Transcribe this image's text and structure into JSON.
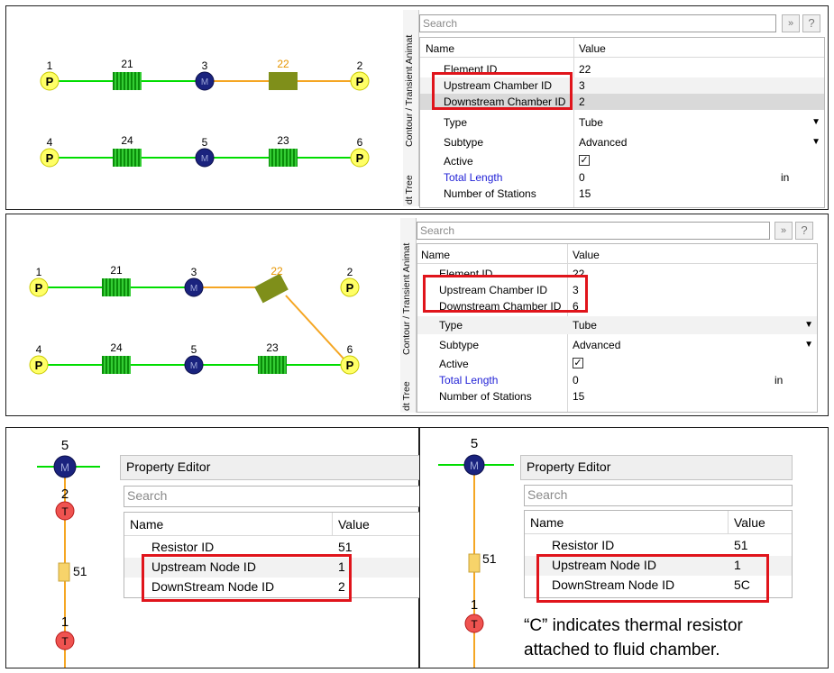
{
  "panel1": {
    "nodes": [
      {
        "id": "1",
        "type": "P"
      },
      {
        "id": "3",
        "type": "M"
      },
      {
        "id": "2",
        "type": "P"
      },
      {
        "id": "4",
        "type": "P"
      },
      {
        "id": "5",
        "type": "M"
      },
      {
        "id": "6",
        "type": "P"
      }
    ],
    "elements": [
      "21",
      "22",
      "24",
      "23"
    ],
    "editor": {
      "search_placeholder": "Search",
      "tabs": [
        "Contour / Transient Animat",
        "dt Tree"
      ],
      "col_name": "Name",
      "col_value": "Value",
      "rows": [
        {
          "name": "Element ID",
          "value": "22"
        },
        {
          "name": "Upstream Chamber ID",
          "value": "3"
        },
        {
          "name": "Downstream Chamber ID",
          "value": "2"
        },
        {
          "name": "Type",
          "value": "Tube"
        },
        {
          "name": "Subtype",
          "value": "Advanced"
        },
        {
          "name": "Active",
          "value": "✓"
        },
        {
          "name": "Total Length",
          "value": "0",
          "unit": "in"
        },
        {
          "name": "Number of Stations",
          "value": "15"
        }
      ]
    }
  },
  "panel2": {
    "nodes": [
      {
        "id": "1",
        "type": "P"
      },
      {
        "id": "3",
        "type": "M"
      },
      {
        "id": "2",
        "type": "P"
      },
      {
        "id": "4",
        "type": "P"
      },
      {
        "id": "5",
        "type": "M"
      },
      {
        "id": "6",
        "type": "P"
      }
    ],
    "elements": [
      "21",
      "22",
      "24",
      "23"
    ],
    "editor": {
      "search_placeholder": "Search",
      "tabs": [
        "Contour / Transient Animat",
        "dt Tree"
      ],
      "col_name": "Name",
      "col_value": "Value",
      "rows": [
        {
          "name": "Element ID",
          "value": "22"
        },
        {
          "name": "Upstream Chamber ID",
          "value": "3"
        },
        {
          "name": "Downstream Chamber ID",
          "value": "6"
        },
        {
          "name": "Type",
          "value": "Tube"
        },
        {
          "name": "Subtype",
          "value": "Advanced"
        },
        {
          "name": "Active",
          "value": "✓"
        },
        {
          "name": "Total Length",
          "value": "0",
          "unit": "in"
        },
        {
          "name": "Number of Stations",
          "value": "15"
        }
      ]
    }
  },
  "panel3": {
    "nodes": {
      "top": "5",
      "mid": "2",
      "bottom": "1",
      "resistor": "51"
    },
    "editor": {
      "title": "Property Editor",
      "search_placeholder": "Search",
      "col_name": "Name",
      "col_value": "Value",
      "rows": [
        {
          "name": "Resistor ID",
          "value": "51"
        },
        {
          "name": "Upstream Node ID",
          "value": "1"
        },
        {
          "name": "DownStream Node ID",
          "value": "2"
        }
      ]
    }
  },
  "panel4": {
    "nodes": {
      "top": "5",
      "bottom": "1",
      "resistor": "51"
    },
    "editor": {
      "title": "Property Editor",
      "search_placeholder": "Search",
      "col_name": "Name",
      "col_value": "Value",
      "rows": [
        {
          "name": "Resistor ID",
          "value": "51"
        },
        {
          "name": "Upstream Node ID",
          "value": "1"
        },
        {
          "name": "DownStream Node ID",
          "value": "5C"
        }
      ]
    },
    "note": [
      "“C” indicates thermal resistor",
      "attached to fluid chamber."
    ]
  },
  "labels": {
    "P": "P",
    "M": "M",
    "T": "T",
    "dropdown": "▼",
    "filter": "»",
    "help": "?"
  },
  "colors": {
    "green_line": "#00dd00",
    "orange_line": "#f5a623",
    "p_node": "#ffff66",
    "m_node": "#1a237e",
    "t_node": "#ef5350",
    "highlight_box": "#e0141b",
    "link_text": "#1f1fd6"
  }
}
